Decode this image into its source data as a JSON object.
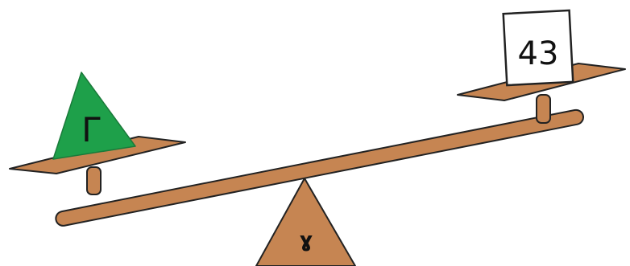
{
  "left_pan": {
    "shape": "triangle",
    "symbol": "Γ",
    "fill_color": "#1ea04a"
  },
  "right_pan": {
    "shape": "square",
    "value": "43",
    "fill_color": "#ffffff"
  },
  "fulcrum": {
    "symbol": "ɣ",
    "fill_color": "#c68552"
  },
  "colors": {
    "wood": "#c68552",
    "outline": "#222222"
  }
}
